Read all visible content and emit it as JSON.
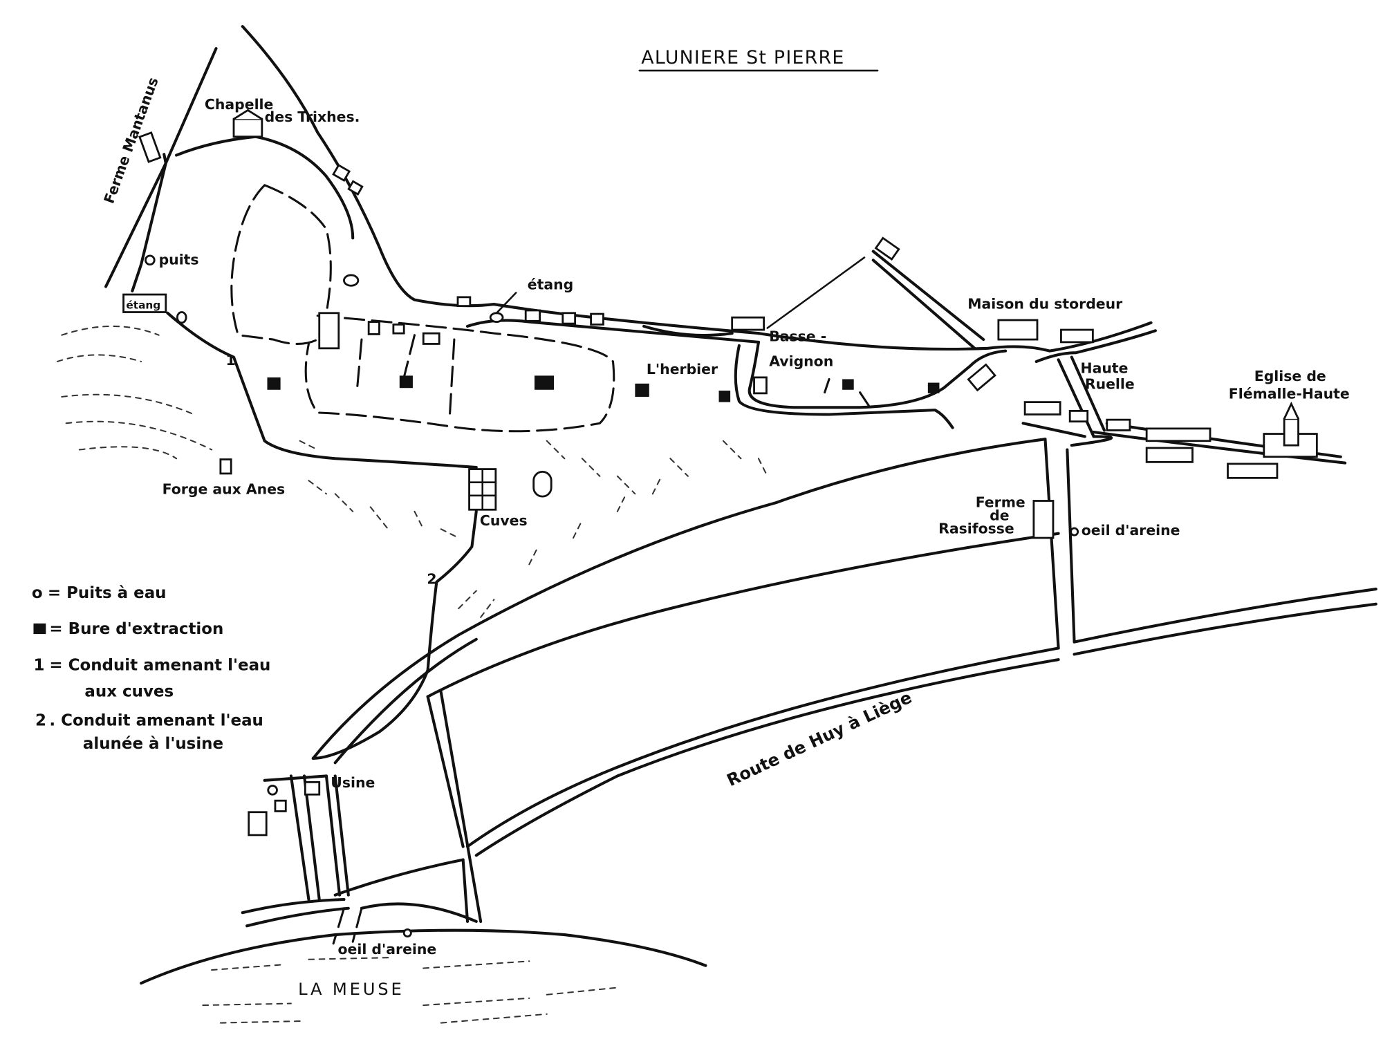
{
  "title": "ALUNIERE St PIERRE",
  "places": {
    "ferme_mantanus": "Ferme Mantanus",
    "chapelle_1": "Chapelle",
    "chapelle_2": "des Trixhes.",
    "puits": "puits",
    "etang_left": "étang",
    "etang_mid": "étang",
    "maison_stordeur": "Maison du stordeur",
    "basse_1": "Basse -",
    "basse_2": "Avignon",
    "herbier": "L'herbier",
    "haute_1": "Haute",
    "haute_2": "Ruelle",
    "eglise_1": "Eglise de",
    "eglise_2": "Flémalle-Haute",
    "forge": "Forge aux Anes",
    "cuves": "Cuves",
    "ferme_ras_1": "Ferme",
    "ferme_ras_2": "de",
    "ferme_ras_3": "Rasifosse",
    "oeil_1": "oeil d'areine",
    "usine": "Usine",
    "route": "Route de Huy à Liège",
    "oeil_2": "oeil d'areine",
    "meuse": "LA MEUSE",
    "conduit_1": "1",
    "conduit_2": "2"
  },
  "legend": [
    {
      "symbol": "o",
      "label": "= Puits à eau"
    },
    {
      "symbol": "■",
      "label": "= Bure d'extraction"
    },
    {
      "symbol": "1",
      "label": "= Conduit amenant l'eau",
      "label2": "aux cuves"
    },
    {
      "symbol": "2",
      "label": ". Conduit amenant l'eau",
      "label2": "alunée à l'usine"
    }
  ]
}
